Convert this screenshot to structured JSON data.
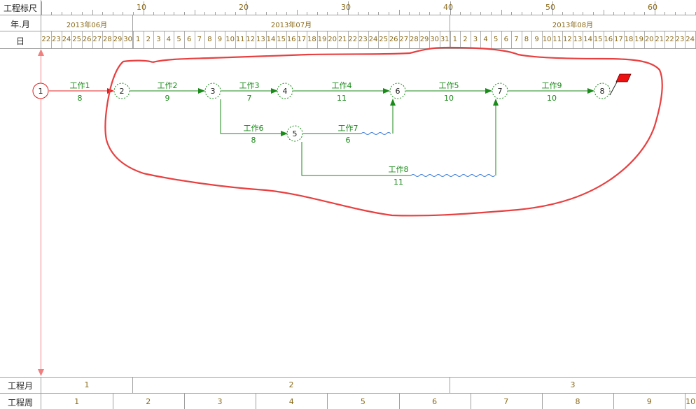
{
  "rows": {
    "ruler_label": "工程标尺",
    "month_label": "年.月",
    "day_label": "日",
    "project_month_label": "工程月",
    "project_week_label": "工程周"
  },
  "ruler_ticks": [
    "10",
    "20",
    "30",
    "40",
    "50",
    "60"
  ],
  "months": [
    "2013年06月",
    "2013年07月",
    "2013年08月"
  ],
  "days": [
    "22",
    "23",
    "24",
    "25",
    "26",
    "27",
    "28",
    "29",
    "30",
    "1",
    "2",
    "3",
    "4",
    "5",
    "6",
    "7",
    "8",
    "9",
    "10",
    "11",
    "12",
    "13",
    "14",
    "15",
    "16",
    "17",
    "18",
    "19",
    "20",
    "21",
    "22",
    "23",
    "24",
    "25",
    "26",
    "27",
    "28",
    "29",
    "30",
    "31",
    "1",
    "2",
    "3",
    "4",
    "5",
    "6",
    "7",
    "8",
    "9",
    "10",
    "11",
    "12",
    "13",
    "14",
    "15",
    "16",
    "17",
    "18",
    "19",
    "20",
    "21",
    "22",
    "23",
    "24"
  ],
  "project_months": [
    "1",
    "2",
    "3"
  ],
  "project_weeks": [
    "1",
    "2",
    "3",
    "4",
    "5",
    "6",
    "7",
    "8",
    "9",
    "10"
  ],
  "nodes": [
    {
      "id": "1",
      "label": "1"
    },
    {
      "id": "2",
      "label": "2"
    },
    {
      "id": "3",
      "label": "3"
    },
    {
      "id": "4",
      "label": "4"
    },
    {
      "id": "5",
      "label": "5"
    },
    {
      "id": "6",
      "label": "6"
    },
    {
      "id": "7",
      "label": "7"
    },
    {
      "id": "8",
      "label": "8"
    }
  ],
  "tasks": [
    {
      "name": "工作1",
      "duration": "8"
    },
    {
      "name": "工作2",
      "duration": "9"
    },
    {
      "name": "工作3",
      "duration": "7"
    },
    {
      "name": "工作4",
      "duration": "11"
    },
    {
      "name": "工作5",
      "duration": "10"
    },
    {
      "name": "工作9",
      "duration": "10"
    },
    {
      "name": "工作6",
      "duration": "8"
    },
    {
      "name": "工作7",
      "duration": "6"
    },
    {
      "name": "工作8",
      "duration": "11"
    }
  ],
  "colors": {
    "task_green": "#1a8a1a",
    "critical_red": "#e02020",
    "annotation_red": "#e84040",
    "grid": "#a0a0a0",
    "header_text": "#8a6a1a",
    "float_wave": "#3a7ad8",
    "timeline_pink": "#f08080"
  }
}
